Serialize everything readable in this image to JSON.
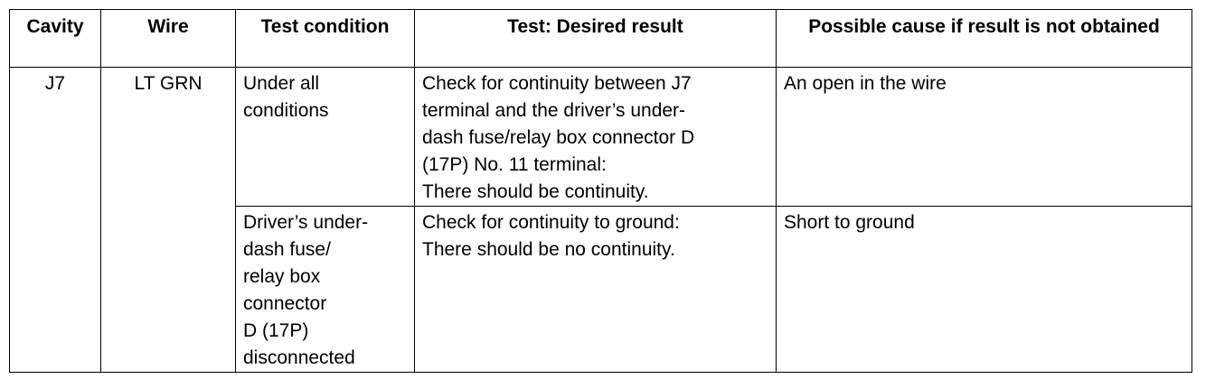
{
  "headers": {
    "cavity": "Cavity",
    "wire": "Wire",
    "test_condition": "Test condition",
    "desired_result": "Test: Desired result",
    "possible_cause": "Possible cause if result is not obtained"
  },
  "row1": {
    "cavity": "J7",
    "wire": "LT GRN",
    "test_condition": "Under all conditions",
    "desired_result_lines": [
      "Check for continuity between J7",
      "terminal and the driver’s under-",
      "dash fuse/relay box connector D",
      "(17P) No. 11 terminal:",
      "There should be continuity."
    ],
    "possible_cause": "An open in the wire"
  },
  "row2": {
    "test_condition_lines": [
      "Driver’s under-",
      "dash fuse/",
      "relay box",
      "connector",
      "D (17P)",
      "disconnected"
    ],
    "desired_result_lines": [
      "Check for continuity to ground:",
      "There should be no continuity."
    ],
    "possible_cause": "Short to ground"
  }
}
